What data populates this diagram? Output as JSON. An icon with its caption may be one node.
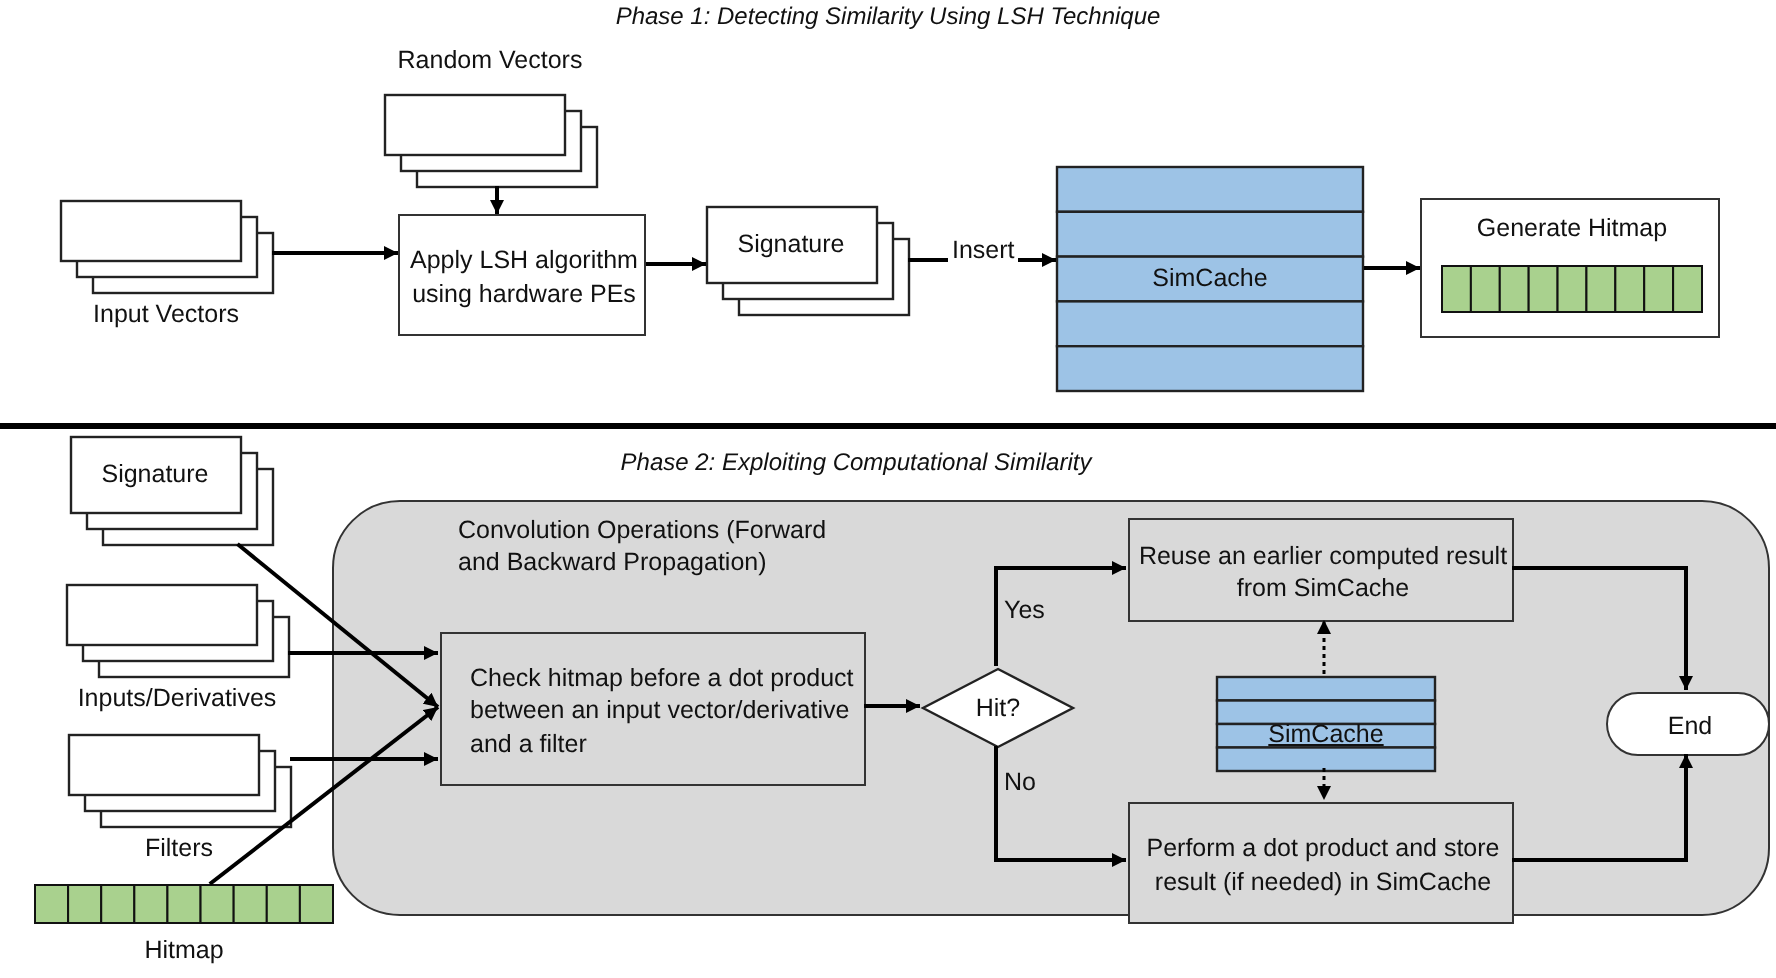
{
  "diagram": {
    "nodes": [
      {
        "text": [
          "Random Vectors"
        ]
      },
      {
        "text": [
          "Input Vectors"
        ]
      },
      {
        "text": [
          "Apply LSH algorithm using hardware PEs"
        ]
      },
      {
        "text": [
          "Signature"
        ]
      },
      {
        "text": [
          "SimCache"
        ]
      },
      {
        "text": [
          "Generate Hitmap"
        ]
      },
      {
        "text": [
          "Signature"
        ]
      },
      {
        "text": [
          "Inputs/Derivatives"
        ]
      },
      {
        "text": [
          "Filters"
        ]
      },
      {
        "text": [
          "Hitmap"
        ]
      },
      {
        "text": [
          "Convolution Operations (Forward and Backward Propagation)"
        ]
      },
      {
        "text": [
          "Check hitmap before a dot product between an input vector/derivative and a filter"
        ],
        "in": 10
      },
      {
        "text": [
          "Hit?"
        ],
        "in": 10
      },
      {
        "text": [
          "Reuse an earlier computed result from SimCache"
        ],
        "in": 10
      },
      {
        "text": [
          "SimCache"
        ],
        "in": 10
      },
      {
        "text": [
          "Perform a dot product and store result (if needed) in SimCache"
        ],
        "in": 10
      },
      {
        "text": [
          "End"
        ],
        "in": 10
      }
    ],
    "edges": [
      {
        "from": 0,
        "to": 2,
        "arrow": "to"
      },
      {
        "from": 1,
        "to": 2,
        "arrow": "to"
      },
      {
        "from": 2,
        "to": 3,
        "arrow": "to"
      },
      {
        "from": 3,
        "to": 4,
        "arrow": "to",
        "label": "Insert"
      },
      {
        "from": 4,
        "to": 5,
        "arrow": "to"
      },
      {
        "from": 6,
        "to": 11,
        "arrow": "to"
      },
      {
        "from": 7,
        "to": 11,
        "arrow": "to"
      },
      {
        "from": 8,
        "to": 11,
        "arrow": "to"
      },
      {
        "from": 9,
        "to": 11,
        "arrow": "to"
      },
      {
        "from": 11,
        "to": 12,
        "arrow": "to"
      },
      {
        "from": 12,
        "to": 13,
        "arrow": "to",
        "label": "Yes"
      },
      {
        "from": 12,
        "to": 15,
        "arrow": "to",
        "label": "No"
      },
      {
        "from": 14,
        "to": 13,
        "arrow": "to",
        "style": "dashed"
      },
      {
        "from": 14,
        "to": 15,
        "arrow": "to",
        "style": "dashed"
      },
      {
        "from": 13,
        "to": 16,
        "arrow": "to"
      },
      {
        "from": 15,
        "to": 16,
        "arrow": "to"
      }
    ],
    "labels": [
      "Phase 1: Detecting Similarity Using LSH Technique",
      "Phase 2: Exploiting Computational Similarity"
    ]
  }
}
